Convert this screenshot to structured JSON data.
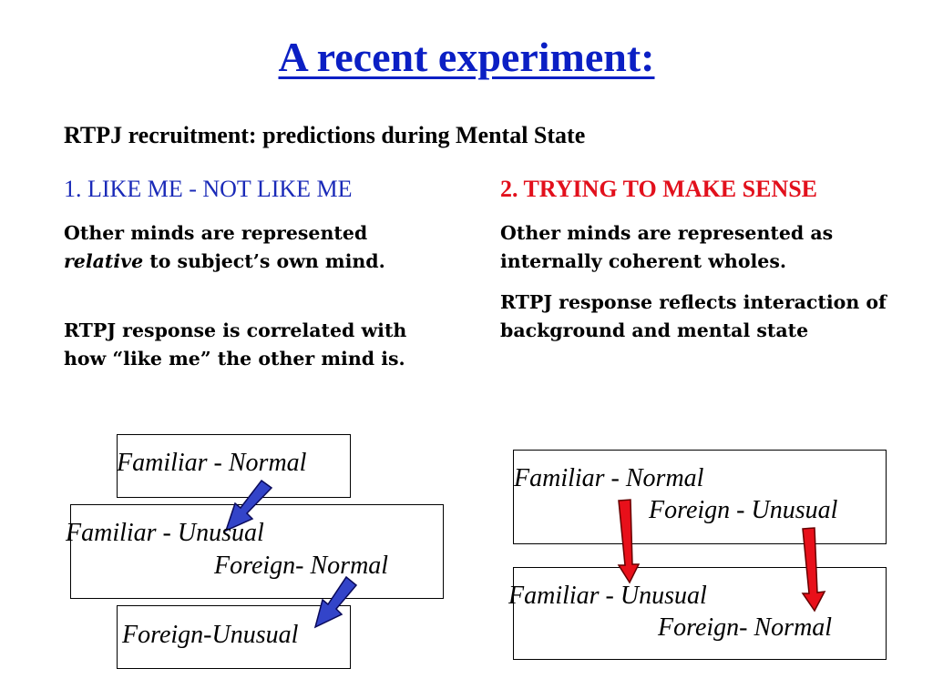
{
  "title": "A recent experiment:",
  "subtitle": "RTPJ recruitment: predictions during Mental State",
  "left": {
    "heading": "1. LIKE ME - NOT LIKE ME",
    "p1_a": "Other minds are represented ",
    "p1_em": "relative",
    "p1_b": " to subject’s own mind.",
    "p2": "RTPJ response is correlated with how “like me” the other mind is.",
    "diagram": {
      "box1": "Familiar - Normal",
      "box2_line1": "Familiar - Unusual",
      "box2_line2": "Foreign- Normal",
      "box3": "Foreign-Unusual",
      "arrow_color": "#3344c9"
    }
  },
  "right": {
    "heading": "2. TRYING TO MAKE SENSE",
    "p1": "Other minds are represented as internally coherent wholes.",
    "p2": "RTPJ response reflects interaction of background and mental state",
    "diagram": {
      "box1_line1": "Familiar - Normal",
      "box1_line2": "Foreign - Unusual",
      "box2_line1": "Familiar - Unusual",
      "box2_line2": "Foreign- Normal",
      "arrow_color": "#e8101a"
    }
  }
}
